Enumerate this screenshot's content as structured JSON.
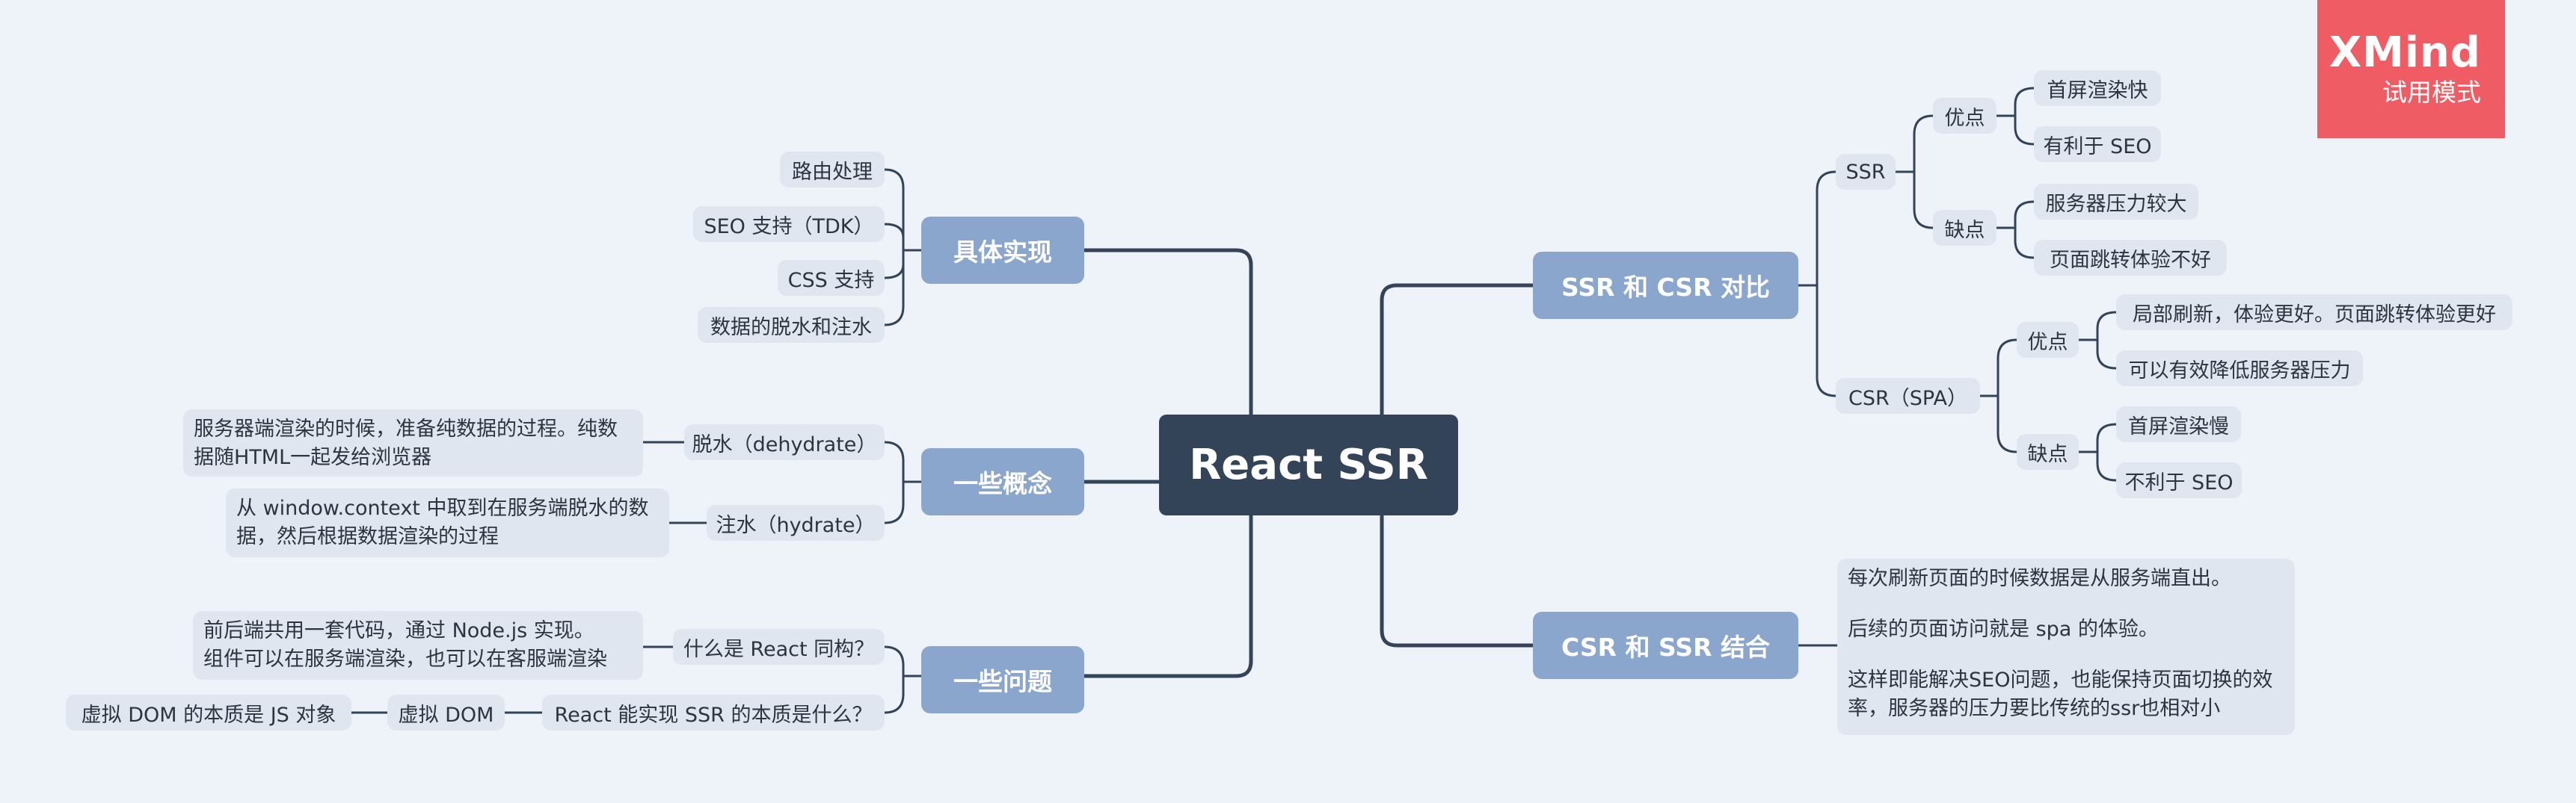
{
  "root": "React SSR",
  "watermark": {
    "brand": "XMind",
    "mode": "试用模式"
  },
  "colors": {
    "background": "#eef3f9",
    "root": "#334459",
    "main_topic": "#8aa6cc",
    "sub_topic": "#dfe6ef",
    "link": "#334459",
    "watermark": "#ef5c63"
  },
  "left": {
    "impl": {
      "title": "具体实现",
      "items": [
        "路由处理",
        "SEO 支持（TDK）",
        "CSS 支持",
        "数据的脱水和注水"
      ]
    },
    "concepts": {
      "title": "一些概念",
      "dehydrate": {
        "label": "脱水（dehydrate）",
        "desc_lines": [
          "服务器端渲染的时候，准备纯数据的过程。纯数",
          "据随HTML一起发给浏览器"
        ]
      },
      "hydrate": {
        "label": "注水（hydrate）",
        "desc_lines": [
          "从 window.context 中取到在服务端脱水的数",
          "据，然后根据数据渲染的过程"
        ]
      }
    },
    "problems": {
      "title": "一些问题",
      "isomorphic": {
        "label": "什么是 React 同构？",
        "desc_lines": [
          "前后端共用一套代码，通过 Node.js 实现。",
          "组件可以在服务端渲染，也可以在客服端渲染"
        ]
      },
      "essence": {
        "label": "React 能实现 SSR 的本质是什么？",
        "child": "虚拟 DOM",
        "grandchild": "虚拟 DOM 的本质是 JS 对象"
      }
    }
  },
  "right": {
    "compare": {
      "title": "SSR 和 CSR 对比",
      "ssr": {
        "label": "SSR",
        "pros_label": "优点",
        "pros": [
          "首屏渲染快",
          "有利于 SEO"
        ],
        "cons_label": "缺点",
        "cons": [
          "服务器压力较大",
          "页面跳转体验不好"
        ]
      },
      "csr": {
        "label": "CSR（SPA）",
        "pros_label": "优点",
        "pros": [
          "局部刷新，体验更好。页面跳转体验更好",
          "可以有效降低服务器压力"
        ],
        "cons_label": "缺点",
        "cons": [
          "首屏渲染慢",
          "不利于 SEO"
        ]
      }
    },
    "combine": {
      "title": "CSR 和 SSR 结合",
      "lines": [
        "每次刷新页面的时候数据是从服务端直出。",
        "",
        "后续的页面访问就是 spa 的体验。",
        "",
        "这样即能解决SEO问题，也能保持页面切换的效",
        "率，服务器的压力要比传统的ssr也相对小"
      ]
    }
  }
}
